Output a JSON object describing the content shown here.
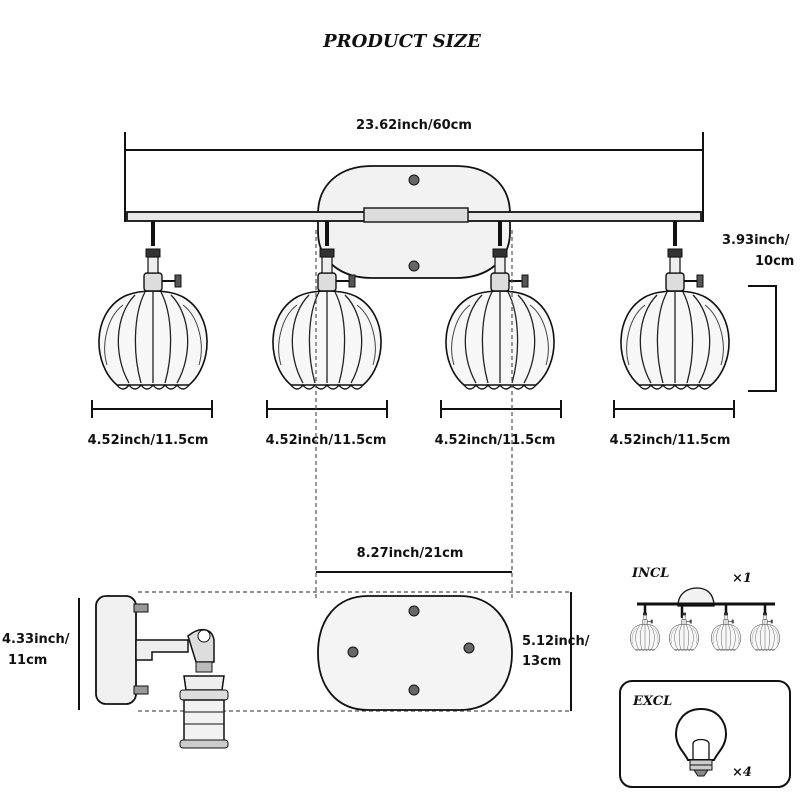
{
  "title": "PRODUCT SIZE",
  "dimensions": {
    "total_width": "23.62inch/60cm",
    "shade_height_line1": "3.93inch/",
    "shade_height_line2": "10cm",
    "shade_width": "4.52inch/11.5cm",
    "base_width": "8.27inch/21cm",
    "side_depth_line1": "4.33inch/",
    "side_depth_line2": "11cm",
    "base_height_line1": "5.12inch/",
    "base_height_line2": "13cm"
  },
  "package": {
    "included_label": "INCL",
    "included_qty": "×1",
    "excluded_label": "EXCL",
    "excluded_qty": "×4"
  }
}
